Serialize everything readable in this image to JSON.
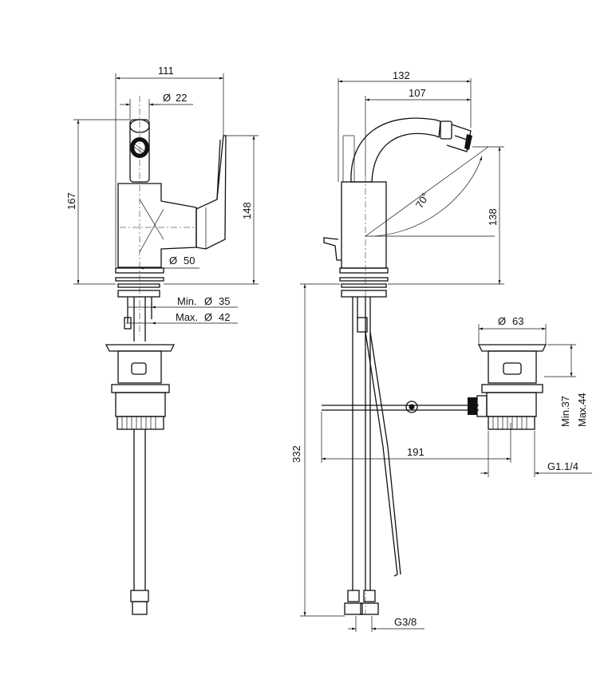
{
  "front_view": {
    "dims": {
      "width_total": "111",
      "spout_diameter": "22",
      "height_total": "167",
      "handle_height": "148",
      "body_diameter": "50",
      "hole_min": "Min.",
      "hole_min_value": "35",
      "hole_max": "Max.",
      "hole_max_value": "42"
    }
  },
  "side_view": {
    "dims": {
      "depth_total": "132",
      "spout_reach": "107",
      "spout_height": "138",
      "spout_angle": "70°",
      "overall_height": "332",
      "pop_up_length": "191",
      "hose_thread": "G3/8"
    }
  },
  "waste_detail": {
    "dims": {
      "flange_diameter": "63",
      "deck_min": "Min.37",
      "deck_max": "Max.44",
      "thread": "G1.1/4"
    }
  },
  "symbols": {
    "diameter": "Ø"
  }
}
